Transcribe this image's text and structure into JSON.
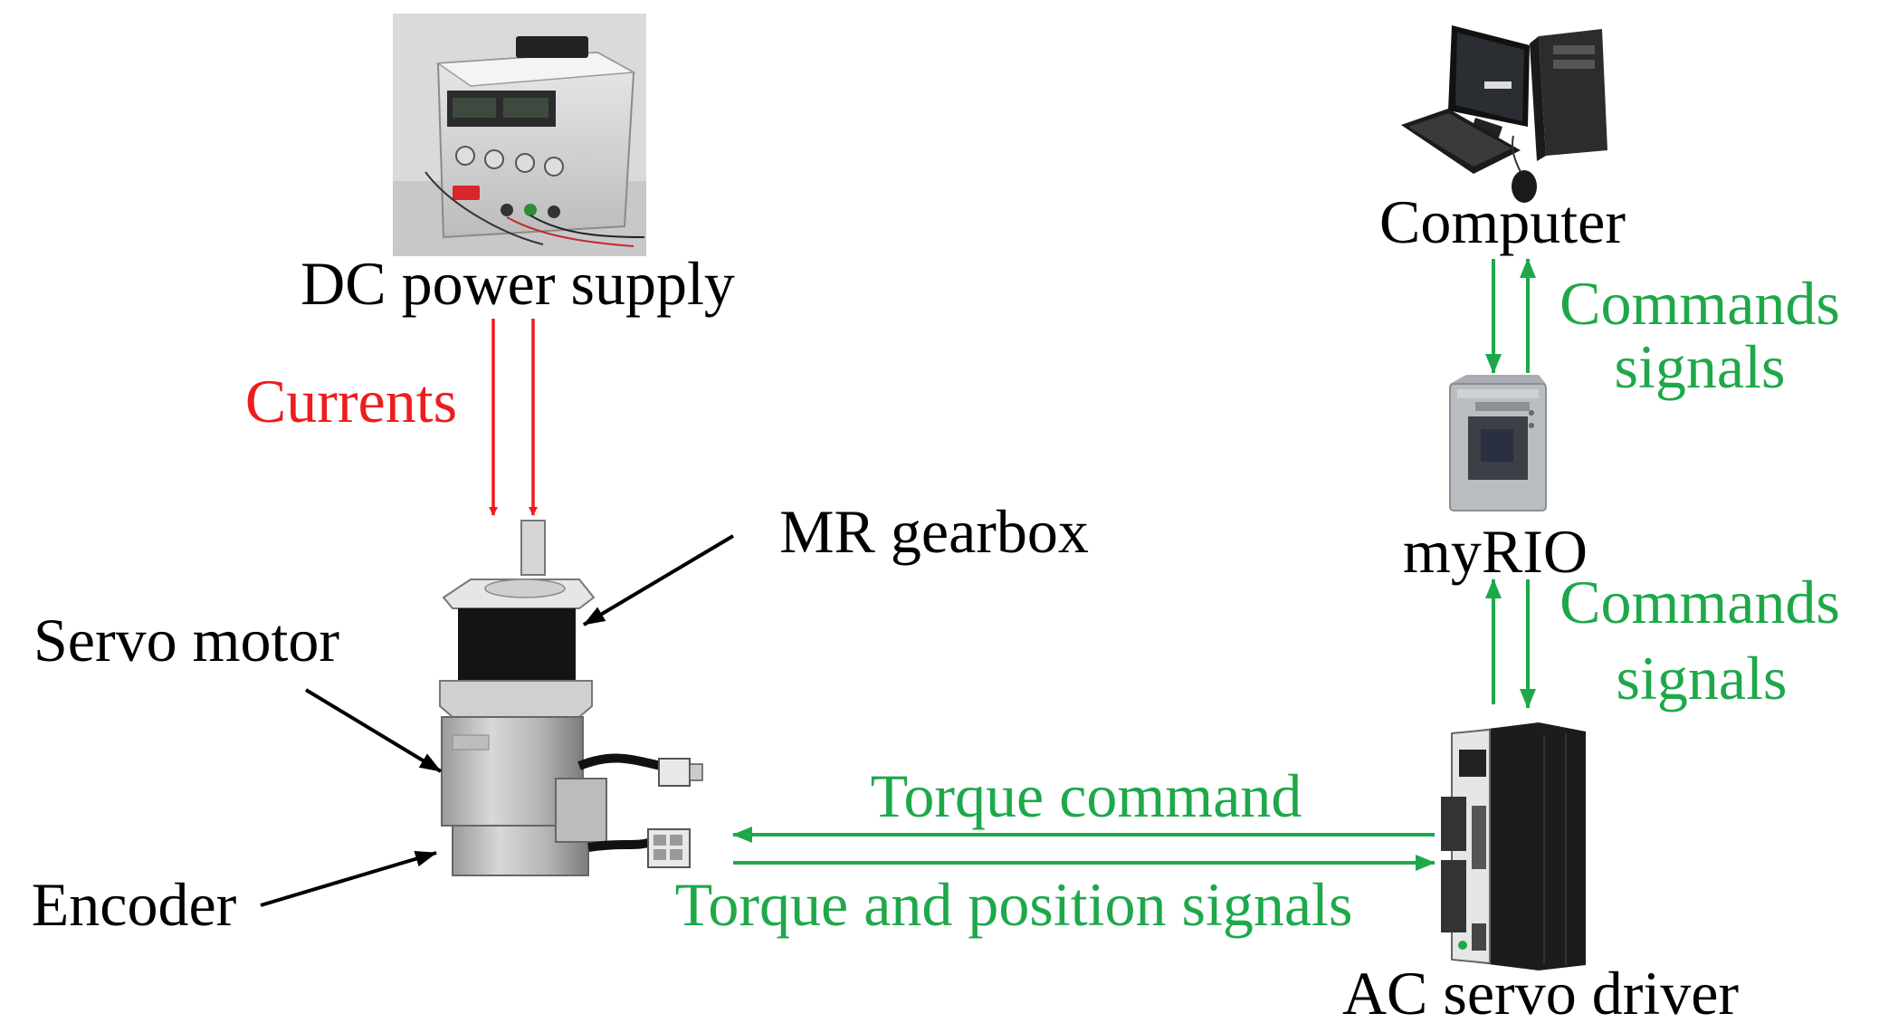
{
  "labels": {
    "dc_power_supply": "DC power supply",
    "currents": "Currents",
    "mr_gearbox": "MR gearbox",
    "servo_motor": "Servo motor",
    "encoder": "Encoder",
    "computer": "Computer",
    "myrio": "myRIO",
    "commands_1": "Commands",
    "signals_1": "signals",
    "commands_2": "Commands",
    "signals_2": "signals",
    "torque_command": "Torque command",
    "torque_position_signals": "Torque and position signals",
    "ac_servo_driver": "AC servo driver"
  },
  "colors": {
    "text": "#000000",
    "currents": "#ee1c1c",
    "signal": "#1fa84a"
  },
  "icons": {
    "dc_power_supply": "dc-power-supply-photo",
    "computer": "desktop-computer-icon",
    "myrio": "myrio-device-icon",
    "motor": "servo-motor-gearbox-icon",
    "driver": "ac-servo-driver-icon"
  }
}
